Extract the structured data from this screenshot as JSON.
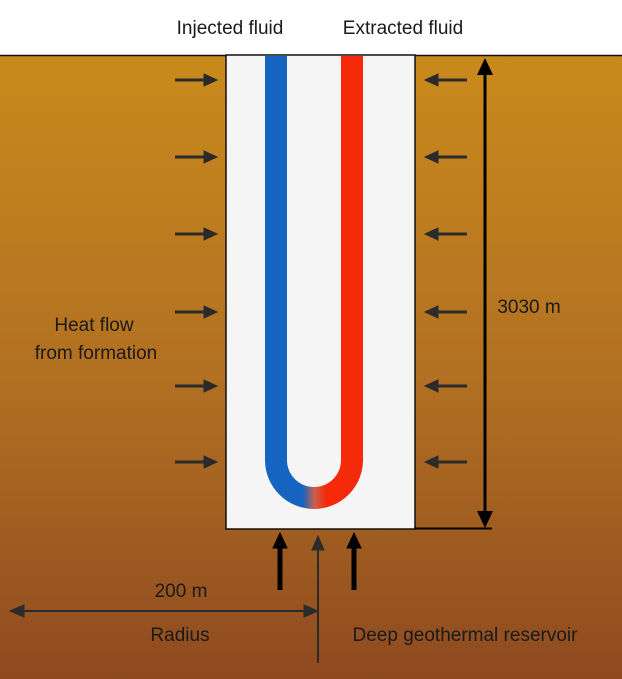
{
  "labels": {
    "injected_fluid": "Injected fluid",
    "extracted_fluid": "Extracted fluid",
    "heat_flow_line1": "Heat flow",
    "heat_flow_line2": "from formation",
    "depth": "3030 m",
    "radius_value": "200 m",
    "radius": "Radius",
    "reservoir": "Deep geothermal reservoir"
  },
  "colors": {
    "ground_top": "#c98a1c",
    "ground_mid": "#b06e22",
    "ground_bottom": "#8e4a1f",
    "well": "#f5f5f5",
    "cold_fluid": "#1565c0",
    "hot_fluid": "#f52a0a",
    "arrow": "#2b2b2b"
  }
}
